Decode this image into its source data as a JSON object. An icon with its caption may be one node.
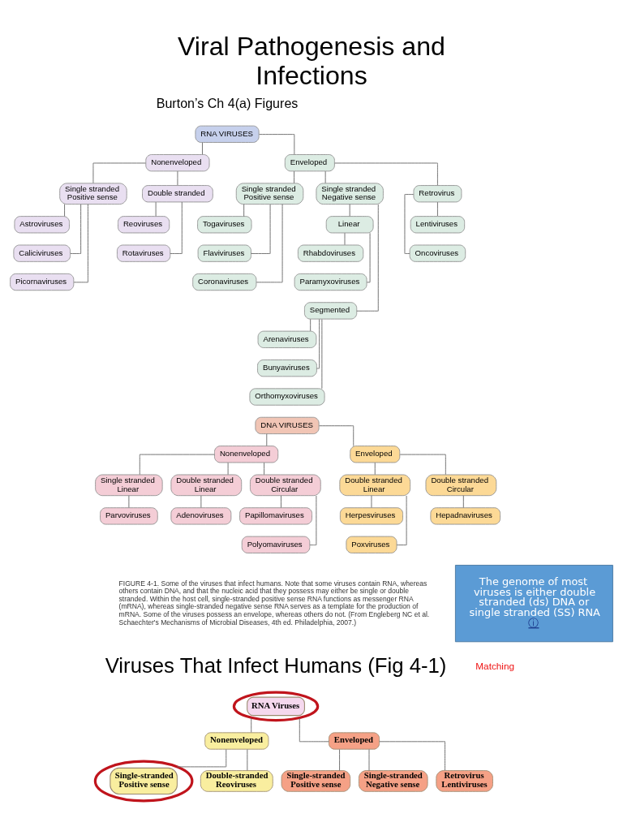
{
  "diagram": {
    "title": "Viral Pathogenesis and Infections",
    "caption": "FIGURE 4-1. Some of the viruses that infect humans. Note that some viruses contain RNA, whereas others contain DNA, and that the nucleic acid that they possess may either be single or double stranded. Within the host cell, single-stranded positive sense RNA functions as messenger RNA (mRNA), whereas single-stranded negative sense RNA serves as a template for the production of mRNA. Some of the viruses possess an envelope, whereas others do not. (From Engleberg NC et al. Schaechter's Mechanisms of Microbial Diseases, 4th ed. Philadelphia, 2007.)",
    "nodes": [
      {
        "text": [
          "RNA VIRUSES"
        ]
      },
      {
        "text": [
          "Nonenveloped"
        ]
      },
      {
        "text": [
          "Enveloped"
        ]
      },
      {
        "text": [
          "Single stranded Positive sense"
        ]
      },
      {
        "text": [
          "Double stranded"
        ]
      },
      {
        "text": [
          "Single stranded Positive sense"
        ]
      },
      {
        "text": [
          "Single stranded Negative sense"
        ]
      },
      {
        "text": [
          "Retrovirus"
        ]
      },
      {
        "text": [
          "Astroviruses"
        ]
      },
      {
        "text": [
          "Caliciviruses"
        ]
      },
      {
        "text": [
          "Picornaviruses"
        ]
      },
      {
        "text": [
          "Reoviruses"
        ]
      },
      {
        "text": [
          "Rotaviruses"
        ]
      },
      {
        "text": [
          "Togaviruses"
        ]
      },
      {
        "text": [
          "Flaviviruses"
        ]
      },
      {
        "text": [
          "Coronaviruses"
        ]
      },
      {
        "text": [
          "Linear"
        ]
      },
      {
        "text": [
          "Rhabdoviruses"
        ]
      },
      {
        "text": [
          "Paramyxoviruses"
        ]
      },
      {
        "text": [
          "Segmented"
        ]
      },
      {
        "text": [
          "Arenaviruses"
        ]
      },
      {
        "text": [
          "Bunyaviruses"
        ]
      },
      {
        "text": [
          "Orthomyxoviruses"
        ]
      },
      {
        "text": [
          "Lentiviruses"
        ]
      },
      {
        "text": [
          "Oncoviruses"
        ]
      },
      {
        "text": [
          "DNA VIRUSES"
        ]
      },
      {
        "text": [
          "Nonenveloped"
        ]
      },
      {
        "text": [
          "Enveloped"
        ]
      },
      {
        "text": [
          "Single stranded Linear"
        ]
      },
      {
        "text": [
          "Double stranded Linear"
        ]
      },
      {
        "text": [
          "Double stranded Circular"
        ]
      },
      {
        "text": [
          "Double stranded Linear"
        ]
      },
      {
        "text": [
          "Double stranded Circular"
        ]
      },
      {
        "text": [
          "Parvoviruses"
        ]
      },
      {
        "text": [
          "Adenoviruses"
        ]
      },
      {
        "text": [
          "Papillomaviruses"
        ]
      },
      {
        "text": [
          "Polyomaviruses"
        ]
      },
      {
        "text": [
          "Herpesviruses"
        ]
      },
      {
        "text": [
          "Poxviruses"
        ]
      },
      {
        "text": [
          "Hepadnaviruses"
        ]
      },
      {
        "text": [
          "The genome of most viruses is either double stranded (ds) DNA or single stranded (SS) RNA",
          "ⓘ"
        ]
      },
      {
        "text": [
          "RNA Viruses"
        ]
      },
      {
        "text": [
          "Nonenveloped"
        ]
      },
      {
        "text": [
          "Enveloped"
        ]
      },
      {
        "text": [
          "Single-stranded Positive sense"
        ]
      },
      {
        "text": [
          "Double-stranded Reoviruses"
        ]
      },
      {
        "text": [
          "Single-stranded Positive sense"
        ]
      },
      {
        "text": [
          "Single-stranded Negative sense"
        ]
      },
      {
        "text": [
          "Retrovirus Lentiviruses"
        ]
      }
    ],
    "edges": [
      {
        "from": 0,
        "to": 1,
        "arrow": "none"
      },
      {
        "from": 0,
        "to": 2,
        "arrow": "none"
      },
      {
        "from": 1,
        "to": 3,
        "arrow": "none"
      },
      {
        "from": 1,
        "to": 4,
        "arrow": "none"
      },
      {
        "from": 2,
        "to": 5,
        "arrow": "none"
      },
      {
        "from": 2,
        "to": 6,
        "arrow": "none"
      },
      {
        "from": 2,
        "to": 7,
        "arrow": "none"
      },
      {
        "from": 3,
        "to": 8,
        "arrow": "none"
      },
      {
        "from": 3,
        "to": 9,
        "arrow": "none"
      },
      {
        "from": 3,
        "to": 10,
        "arrow": "none"
      },
      {
        "from": 4,
        "to": 11,
        "arrow": "none"
      },
      {
        "from": 4,
        "to": 12,
        "arrow": "none"
      },
      {
        "from": 5,
        "to": 13,
        "arrow": "none"
      },
      {
        "from": 5,
        "to": 14,
        "arrow": "none"
      },
      {
        "from": 5,
        "to": 15,
        "arrow": "none"
      },
      {
        "from": 6,
        "to": 16,
        "arrow": "none"
      },
      {
        "from": 6,
        "to": 19,
        "arrow": "none"
      },
      {
        "from": 16,
        "to": 17,
        "arrow": "none"
      },
      {
        "from": 16,
        "to": 18,
        "arrow": "none"
      },
      {
        "from": 19,
        "to": 20,
        "arrow": "none"
      },
      {
        "from": 19,
        "to": 21,
        "arrow": "none"
      },
      {
        "from": 19,
        "to": 22,
        "arrow": "none"
      },
      {
        "from": 7,
        "to": 23,
        "arrow": "none"
      },
      {
        "from": 7,
        "to": 24,
        "arrow": "none"
      },
      {
        "from": 25,
        "to": 26,
        "arrow": "none"
      },
      {
        "from": 25,
        "to": 27,
        "arrow": "none"
      },
      {
        "from": 26,
        "to": 28,
        "arrow": "none"
      },
      {
        "from": 26,
        "to": 29,
        "arrow": "none"
      },
      {
        "from": 26,
        "to": 30,
        "arrow": "none"
      },
      {
        "from": 27,
        "to": 31,
        "arrow": "none"
      },
      {
        "from": 27,
        "to": 32,
        "arrow": "none"
      },
      {
        "from": 28,
        "to": 33,
        "arrow": "none"
      },
      {
        "from": 29,
        "to": 34,
        "arrow": "none"
      },
      {
        "from": 30,
        "to": 35,
        "arrow": "none"
      },
      {
        "from": 30,
        "to": 36,
        "arrow": "none"
      },
      {
        "from": 31,
        "to": 37,
        "arrow": "none"
      },
      {
        "from": 31,
        "to": 38,
        "arrow": "none"
      },
      {
        "from": 32,
        "to": 39,
        "arrow": "none"
      },
      {
        "from": 41,
        "to": 42,
        "arrow": "none"
      },
      {
        "from": 41,
        "to": 43,
        "arrow": "none"
      },
      {
        "from": 42,
        "to": 44,
        "arrow": "none"
      },
      {
        "from": 42,
        "to": 45,
        "arrow": "none"
      },
      {
        "from": 43,
        "to": 46,
        "arrow": "none"
      },
      {
        "from": 43,
        "to": 47,
        "arrow": "none"
      },
      {
        "from": 43,
        "to": 48,
        "arrow": "none"
      }
    ],
    "labels": [
      "Burton’s Ch 4(a) Figures",
      "Matching",
      "Viruses That Infect Humans (Fig 4-1)"
    ]
  }
}
